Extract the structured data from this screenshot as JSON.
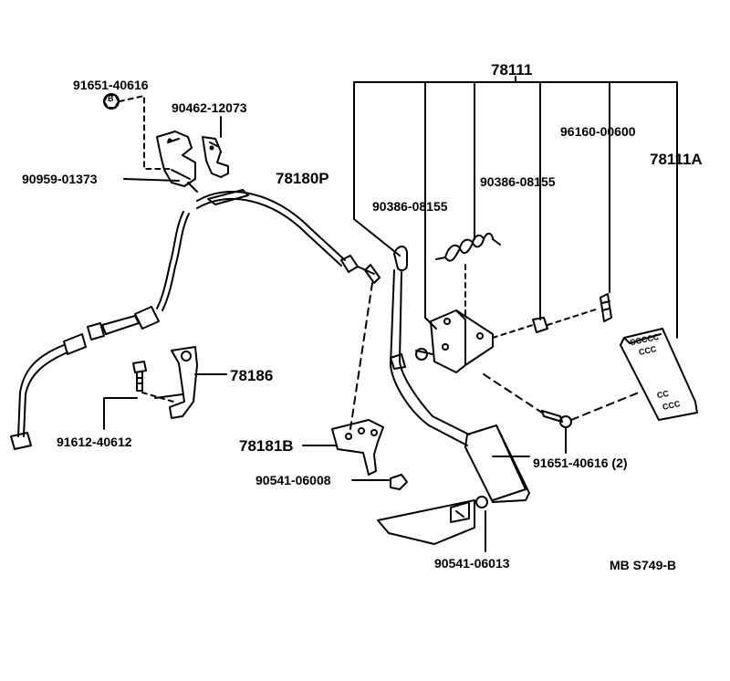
{
  "diagram": {
    "part_numbers": {
      "p_91651_top": "91651-40616",
      "p_90462": "90462-12073",
      "p_90959": "90959-01373",
      "p_78180P": "78180P",
      "p_78111": "78111",
      "p_96160": "96160-00600",
      "p_78111A": "78111A",
      "p_90386_a": "90386-08155",
      "p_90386_b": "90386-08155",
      "p_78186": "78186",
      "p_91612": "91612-40612",
      "p_78181B": "78181B",
      "p_90541_06008": "90541-06008",
      "p_91651_2": "91651-40616 (2)",
      "p_90541_06013": "90541-06013"
    },
    "drawing_code": "MB S749-B",
    "nut_letter": "B",
    "pad_marks": [
      "CCCCC",
      "CCC",
      "CC",
      "CCC"
    ]
  }
}
